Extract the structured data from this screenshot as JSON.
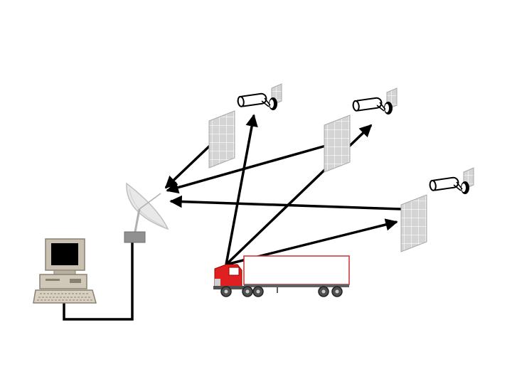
{
  "diagram": {
    "nodes": [
      {
        "id": "satellite-1",
        "kind": "satellite",
        "icon": "satellite-icon"
      },
      {
        "id": "satellite-2",
        "kind": "satellite",
        "icon": "satellite-icon"
      },
      {
        "id": "satellite-3",
        "kind": "satellite",
        "icon": "satellite-icon"
      },
      {
        "id": "ground-dish",
        "kind": "ground-station",
        "icon": "satellite-dish-icon"
      },
      {
        "id": "computer",
        "kind": "workstation",
        "icon": "computer-icon"
      },
      {
        "id": "truck",
        "kind": "vehicle",
        "icon": "truck-icon"
      }
    ],
    "links": [
      {
        "from": "truck",
        "to": "satellite-1",
        "directed": true
      },
      {
        "from": "truck",
        "to": "satellite-2",
        "directed": true
      },
      {
        "from": "truck",
        "to": "satellite-3",
        "directed": true
      },
      {
        "from": "satellite-1",
        "to": "ground-dish",
        "directed": true
      },
      {
        "from": "satellite-2",
        "to": "ground-dish",
        "directed": true
      },
      {
        "from": "satellite-3",
        "to": "ground-dish",
        "directed": true
      },
      {
        "from": "ground-dish",
        "to": "computer",
        "directed": false,
        "style": "cable"
      }
    ],
    "colors": {
      "arrow": "#000000",
      "solar_panel": "#c8c8c8",
      "truck_cab": "#e02020",
      "trailer_outline": "#c83030",
      "monitor_body": "#c0b8a8",
      "screen": "#000000",
      "dish": "#e8e8e8",
      "dish_base": "#909090"
    }
  }
}
